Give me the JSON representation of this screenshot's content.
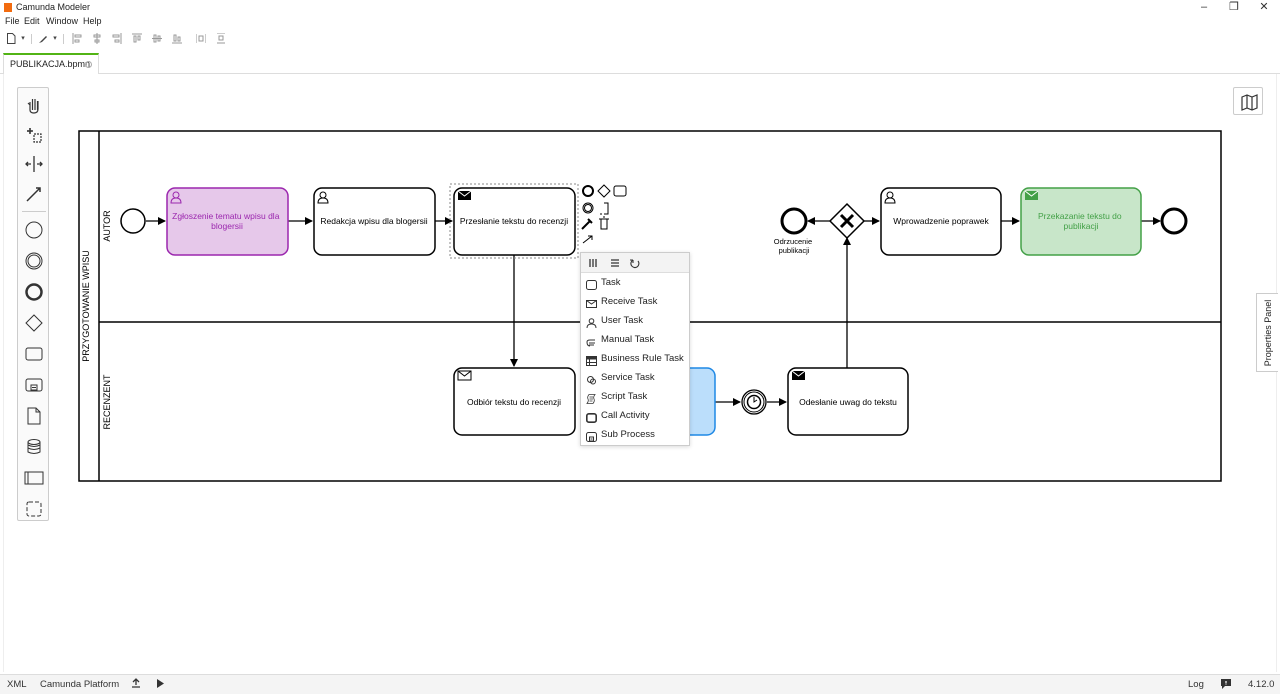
{
  "window": {
    "title": "Camunda Modeler",
    "controls": [
      "minimize-icon",
      "restore-icon",
      "close-icon"
    ]
  },
  "menu": [
    "File",
    "Edit",
    "Window",
    "Help"
  ],
  "toolbar": {
    "icons": [
      "new-file-icon",
      "save-icon",
      "edit-icon",
      "align-left-icon",
      "align-center-icon",
      "align-right-icon",
      "align-top-icon",
      "align-middle-icon",
      "align-bottom-icon",
      "distribute-horizontal-icon",
      "distribute-vertical-icon"
    ]
  },
  "tabs": [
    {
      "label": "PUBLIKACJA.bpmn",
      "active": true
    }
  ],
  "palette": {
    "tools": [
      "hand-tool-icon",
      "lasso-tool-icon",
      "space-tool-icon",
      "global-connect-icon",
      "start-event-icon",
      "intermediate-event-icon",
      "end-event-icon",
      "gateway-icon",
      "task-icon",
      "subprocess-icon",
      "data-object-icon",
      "data-store-icon",
      "pool-icon",
      "group-icon"
    ]
  },
  "properties_panel": {
    "label": "Properties Panel"
  },
  "diagram": {
    "pool": {
      "label": "PRZYGOTOWANIE WPISU"
    },
    "lanes": [
      {
        "label": "AUTOR"
      },
      {
        "label": "RECENZENT"
      }
    ],
    "tasks": {
      "zgloszenie": {
        "label": "Zgłoszenie tematu wpisu dla blogersii",
        "fill": "#e6c8ea",
        "stroke": "#9b27ae",
        "text_color": "#9b27ae"
      },
      "redakcja": {
        "label": "Redakcja wpisu dla blogersii"
      },
      "przeslanie": {
        "label": "Przesłanie tekstu do recenzji"
      },
      "odbior": {
        "label": "Odbiór tekstu do recenzji"
      },
      "odeslanie": {
        "label": "Odesłanie uwag do tekstu"
      },
      "wprowadzenie": {
        "label": "Wprowadzenie poprawek"
      },
      "przekazanie": {
        "label": "Przekazanie tekstu do publikacji",
        "fill": "#c8e6c9",
        "stroke": "#43a047",
        "text_color": "#43a047"
      }
    },
    "events": {
      "odrzucenie": {
        "label": "Odrzucenie publikacji"
      }
    },
    "hidden_task": {
      "fill": "#bbdefb",
      "stroke": "#1e88e5"
    }
  },
  "replace_menu": {
    "header_icons": [
      "parallel-multi-instance-icon",
      "sequential-multi-instance-icon",
      "loop-icon"
    ],
    "items": [
      {
        "label": "Task",
        "icon": "task-icon"
      },
      {
        "label": "Receive Task",
        "icon": "receive-task-icon"
      },
      {
        "label": "User Task",
        "icon": "user-task-icon"
      },
      {
        "label": "Manual Task",
        "icon": "manual-task-icon"
      },
      {
        "label": "Business Rule Task",
        "icon": "business-rule-task-icon"
      },
      {
        "label": "Service Task",
        "icon": "service-task-icon"
      },
      {
        "label": "Script Task",
        "icon": "script-task-icon"
      },
      {
        "label": "Call Activity",
        "icon": "call-activity-icon"
      },
      {
        "label": "Sub Process",
        "icon": "sub-process-icon"
      }
    ]
  },
  "statusbar": {
    "xml": "XML",
    "platform": "Camunda Platform",
    "log": "Log",
    "version": "4.12.0"
  }
}
